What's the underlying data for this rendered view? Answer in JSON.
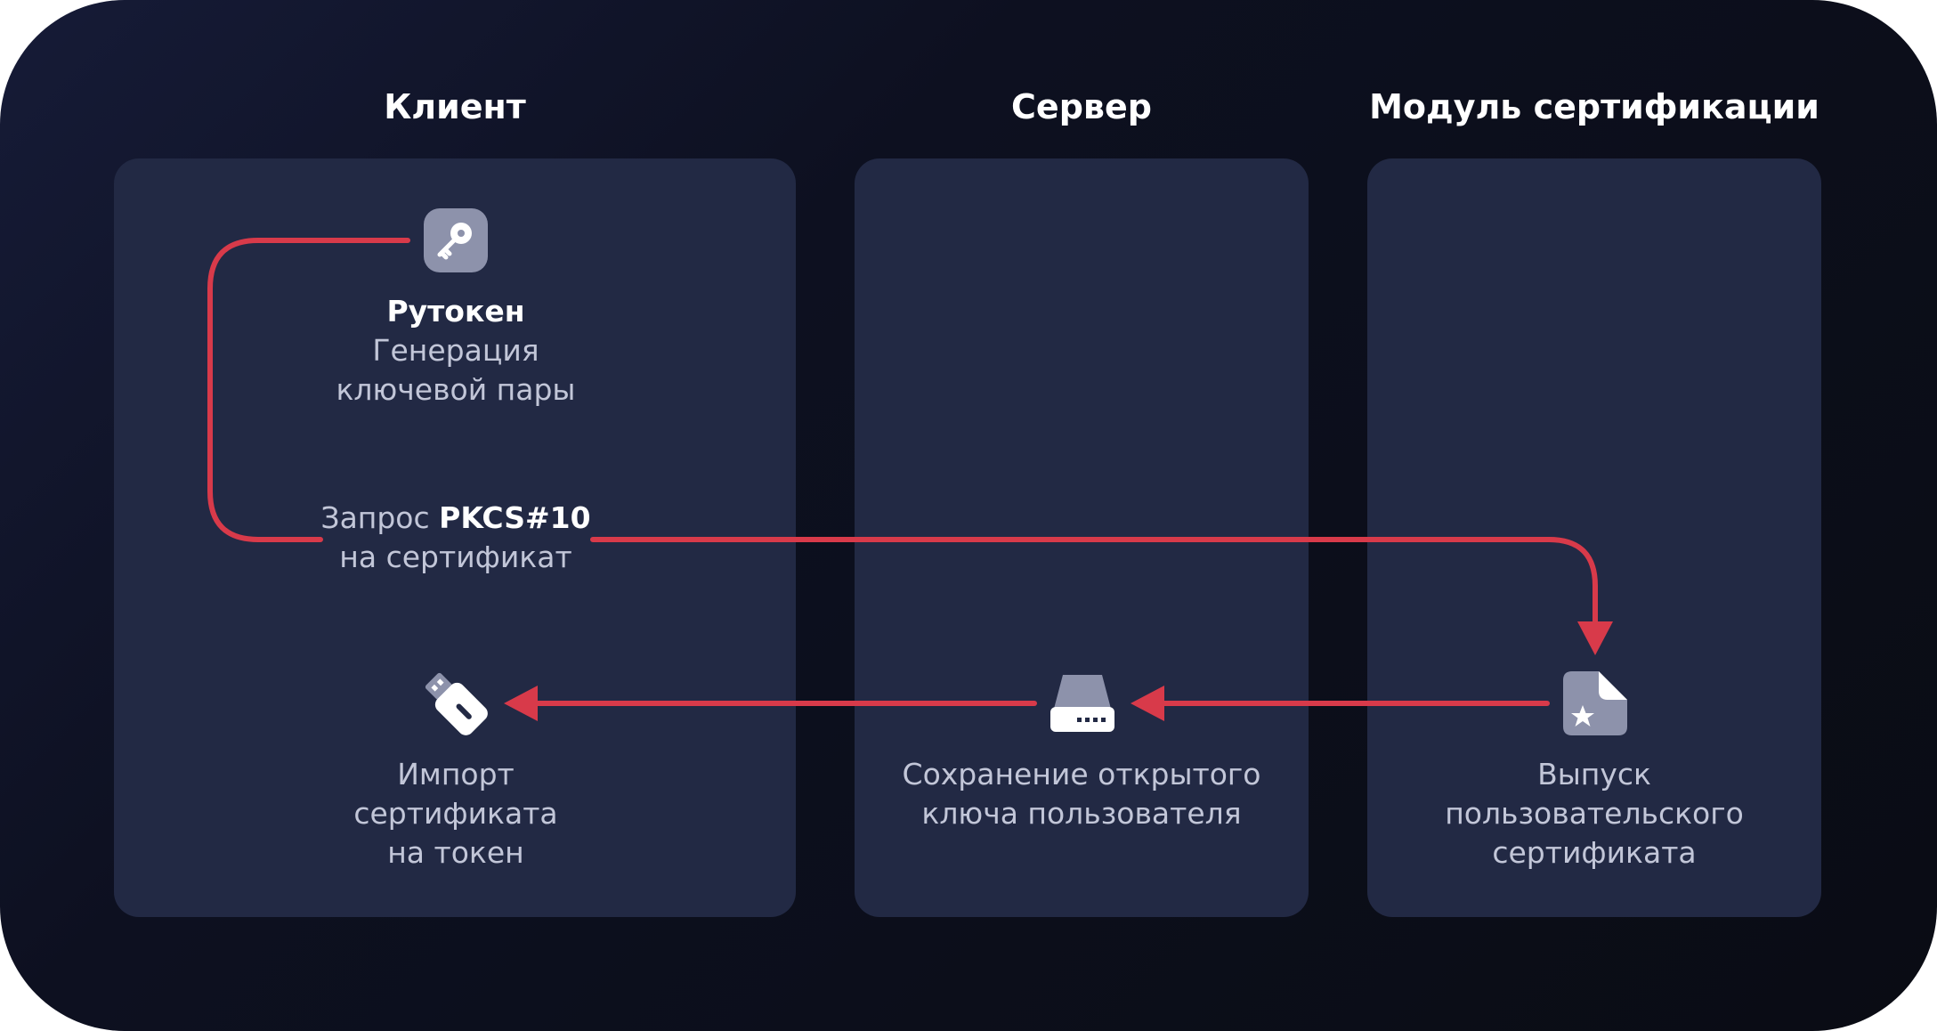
{
  "columns": {
    "client": "Клиент",
    "server": "Сервер",
    "ca": "Модуль сертификации"
  },
  "steps": {
    "rutoken": {
      "title": "Рутокен",
      "line1": "Генерация",
      "line2": "ключевой пары",
      "icon": "key-icon"
    },
    "request": {
      "prefix": "Запрос ",
      "emphasis": "PKCS#10",
      "line2": "на сертификат"
    },
    "import": {
      "line1": "Импорт",
      "line2": "сертификата",
      "line3": "на токен",
      "icon": "usb-token-icon"
    },
    "save": {
      "line1": "Сохранение открытого",
      "line2": "ключа пользователя",
      "icon": "server-drive-icon"
    },
    "issue": {
      "line1": "Выпуск",
      "line2": "пользовательского",
      "line3": "сертификата",
      "icon": "certificate-icon"
    }
  },
  "colors": {
    "arrow": "#d83a4a",
    "panel": "#222944",
    "icon_bg": "#8d92ab",
    "text": "#c2c6d8",
    "title": "#ffffff"
  }
}
